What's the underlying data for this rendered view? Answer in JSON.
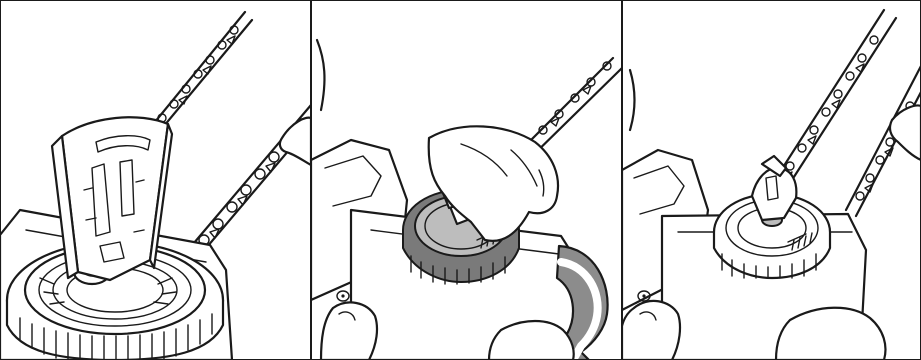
{
  "panels": [
    {
      "id": "step-1",
      "caption": ""
    },
    {
      "id": "step-2",
      "caption": ""
    },
    {
      "id": "step-3",
      "caption": ""
    }
  ],
  "icons": [
    "saw-chain",
    "chain-tensioner-cap",
    "folding-handle",
    "hand",
    "rotation-arrow"
  ],
  "colors": {
    "line": "#1a1a1a",
    "background": "#ffffff",
    "grey_fill": "#bdbdbd",
    "dark_grey_fill": "#7a7a7a",
    "arrow_fill": "#8c8c8c"
  }
}
